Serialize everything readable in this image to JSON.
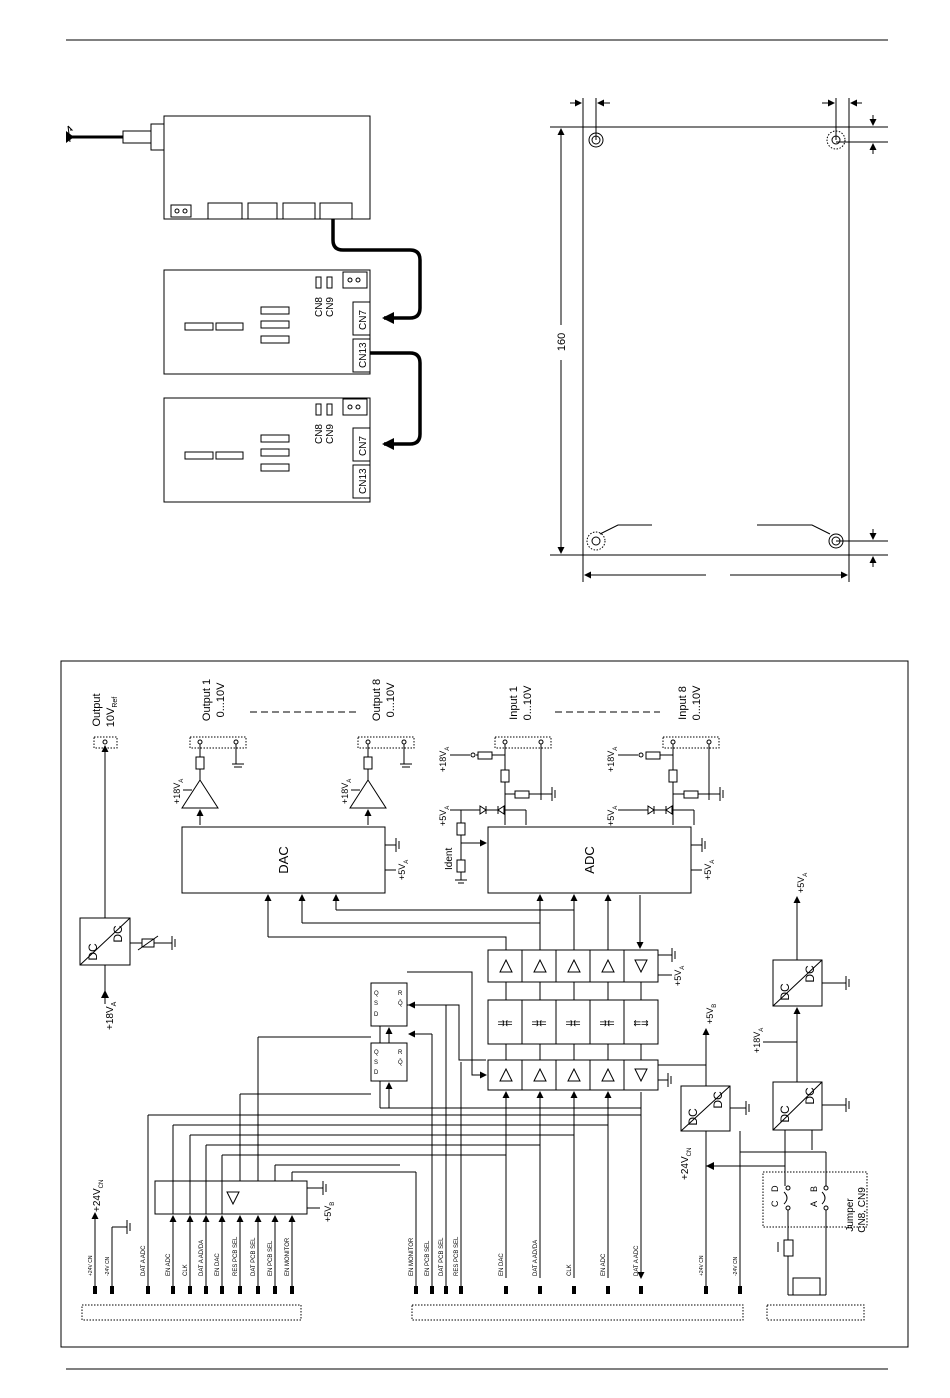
{
  "assembly": {
    "top_board": {},
    "module_1": {
      "cn8": "CN8",
      "cn9": "CN9",
      "cn7": "CN7",
      "cn13": "CN13"
    },
    "module_2": {
      "cn8": "CN8",
      "cn9": "CN9",
      "cn7": "CN7",
      "cn13": "CN13"
    }
  },
  "dimensions": {
    "height_label": "160"
  },
  "block_diagram": {
    "output_ref": {
      "line1": "Output",
      "line2": "10V",
      "sub": "Ref"
    },
    "output_1": {
      "line1": "Output 1",
      "line2": "0...10V"
    },
    "output_8": {
      "line1": "Output 8",
      "line2": "0...10V"
    },
    "input_1": {
      "line1": "Input 1",
      "line2": "0...10V"
    },
    "input_8": {
      "line1": "Input 8",
      "line2": "0...10V"
    },
    "dac": "DAC",
    "adc": "ADC",
    "dc": "DC",
    "ident": "Ident",
    "plus18": "+18V",
    "plus5": "+5V",
    "plus24": "+24V",
    "sub_a": "A",
    "sub_b": "B",
    "sub_cn": "CN",
    "jumper_line1": "Jumper",
    "jumper_line2": "CN8, CN9",
    "jumper_pins": [
      "C",
      "D",
      "A",
      "B"
    ],
    "left_signals": [
      "+24V CN",
      "-24V CN",
      "DAT A ADC",
      "EN ADC",
      "CLK",
      "DAT A AD/DA",
      "EN DAC",
      "RES PCB SEL",
      "DAT PCB SEL",
      "EN PCB SEL",
      "EN MONITOR"
    ],
    "right_signals": [
      "EN MONITOR",
      "EN PCB SEL",
      "DAT PCB SEL",
      "RES PCB SEL",
      "EN DAC",
      "DAT A AD/DA",
      "CLK",
      "EN ADC",
      "DAT A ADC",
      "+24V CN",
      "-24V CN"
    ]
  }
}
